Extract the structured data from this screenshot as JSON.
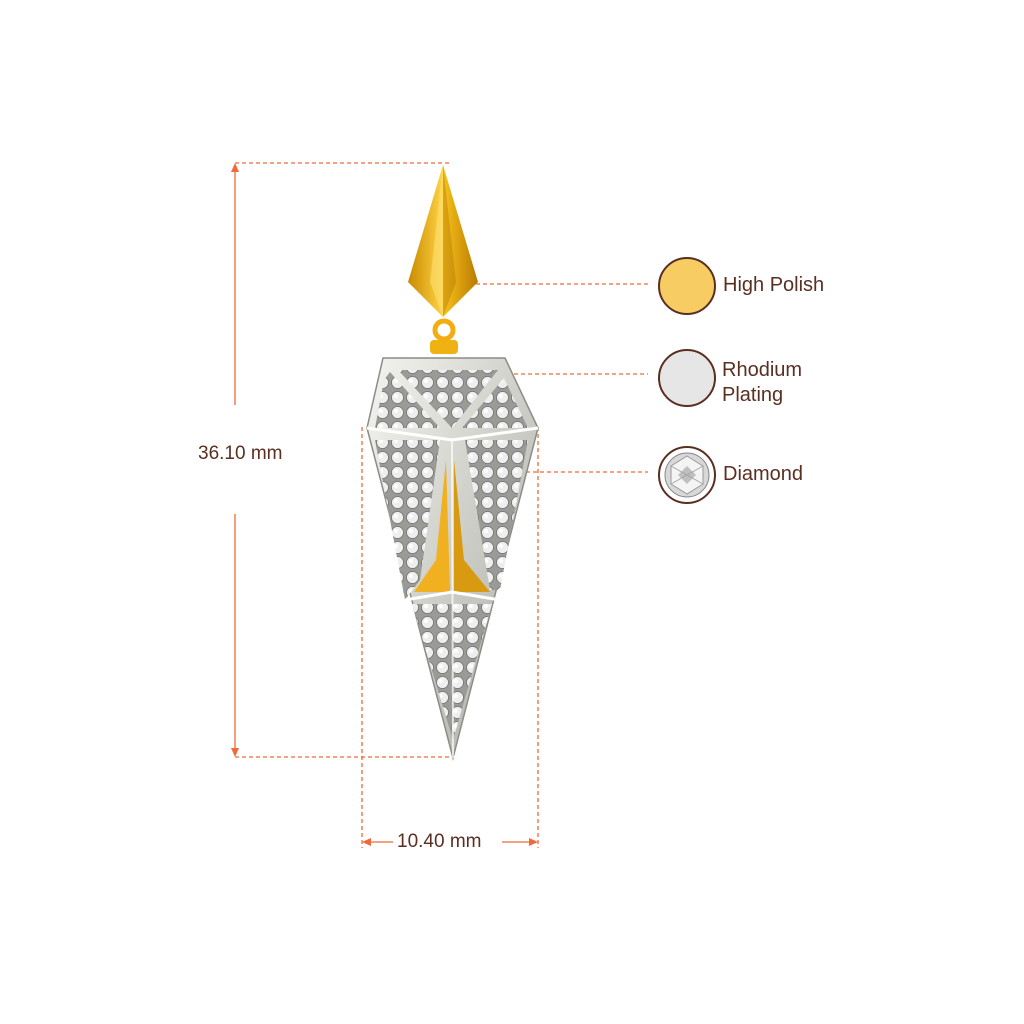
{
  "dimensions": {
    "height_label": "36.10 mm",
    "width_label": "10.40 mm"
  },
  "legend": [
    {
      "line1": "High Polish",
      "line2": "",
      "swatch": "gold-swatch",
      "color": "#f6cc63"
    },
    {
      "line1": "Rhodium",
      "line2": "Plating",
      "swatch": "rhodium-swatch",
      "color": "#e6e6e6"
    },
    {
      "line1": "Diamond",
      "line2": "",
      "swatch": "diamond-swatch",
      "color": "#ffffff"
    }
  ],
  "colors": {
    "dimension_line": "#ef6a3a",
    "label_text": "#5a2f22",
    "gold": "#f5b50f",
    "white_metal": "#d9d9d4"
  }
}
